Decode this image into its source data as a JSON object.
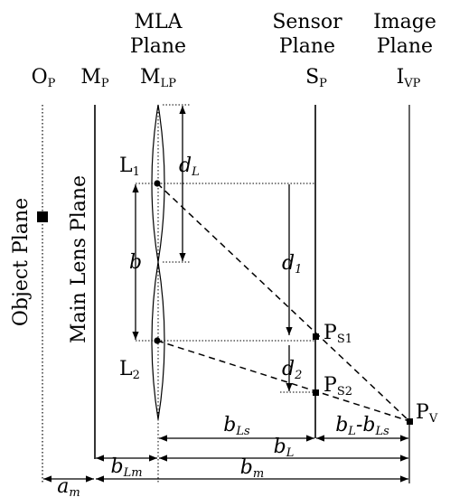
{
  "planes": {
    "mla_line1": "MLA",
    "mla_line2": "Plane",
    "sensor_line1": "Sensor",
    "sensor_line2": "Plane",
    "image_line1": "Image",
    "image_line2": "Plane",
    "op_base": "O",
    "op_sub": "P",
    "mp_base": "M",
    "mp_sub": "P",
    "mlp_base": "M",
    "mlp_sub": "LP",
    "sp_base": "S",
    "sp_sub": "P",
    "ivp_base": "I",
    "ivp_sub": "VP"
  },
  "rotated": {
    "object_plane": "Object Plane",
    "main_lens_plane": "Main Lens Plane"
  },
  "points": {
    "l1_base": "L",
    "l1_sub": "1",
    "l2_base": "L",
    "l2_sub": "2",
    "ps1_base": "P",
    "ps1_sub": "S1",
    "ps2_base": "P",
    "ps2_sub": "S2",
    "pv_base": "P",
    "pv_sub": "V"
  },
  "dimensions": {
    "dl_base": "d",
    "dl_sub": "L",
    "b": "b",
    "d1_base": "d",
    "d1_sub": "1",
    "d2_base": "d",
    "d2_sub": "2",
    "bls_base": "b",
    "bls_sub": "Ls",
    "bl_minus_bls": "b",
    "bl_minus_bls_sub1": "L",
    "bl_minus_bls_mid": "-b",
    "bl_minus_bls_sub2": "Ls",
    "blm_base": "b",
    "blm_sub": "Lm",
    "bl_base": "b",
    "bl_sub": "L",
    "am_base": "a",
    "am_sub": "m",
    "bm_base": "b",
    "bm_sub": "m"
  }
}
